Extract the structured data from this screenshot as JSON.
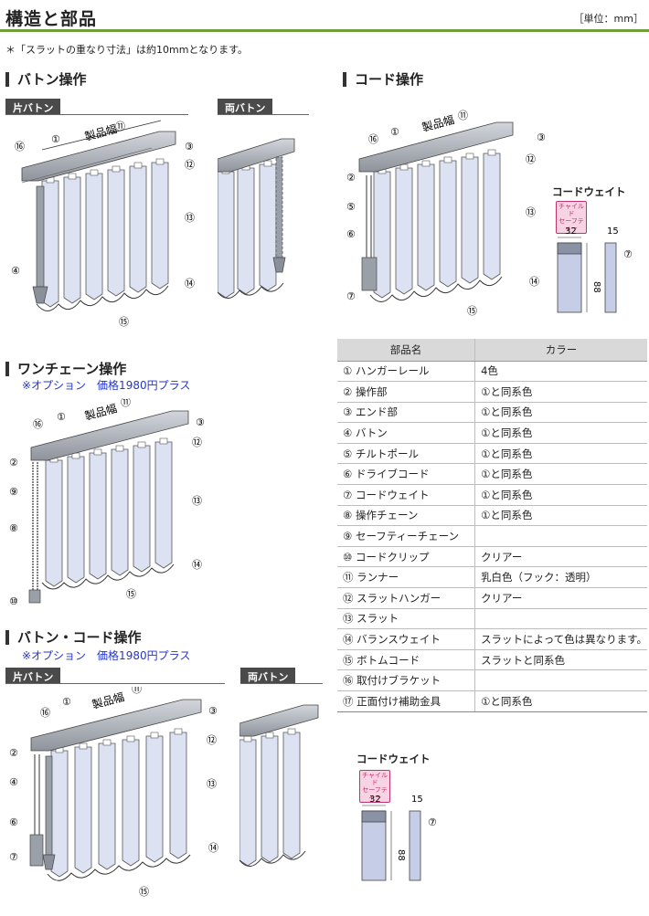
{
  "header": {
    "title": "構造と部品",
    "unit": "［単位：mm］",
    "note": "＊「スラットの重なり寸法」は約10mmとなります。"
  },
  "sections": {
    "baton": {
      "title": "バトン操作",
      "tab_single": "片バトン",
      "tab_double": "両バトン"
    },
    "cord": {
      "title": "コード操作"
    },
    "chain": {
      "title": "ワンチェーン操作",
      "option": "※オプション　価格1980円プラス"
    },
    "baton_cord": {
      "title": "バトン・コード操作",
      "option": "※オプション　価格1980円プラス",
      "tab_single": "片バトン",
      "tab_double": "両バトン"
    }
  },
  "diagram_labels": {
    "width": "製品幅",
    "n1": "①",
    "n2": "②",
    "n3": "③",
    "n4": "④",
    "n5": "⑤",
    "n6": "⑥",
    "n7": "⑦",
    "n8": "⑧",
    "n9": "⑨",
    "n10": "⑩",
    "n11": "⑪",
    "n12": "⑫",
    "n13": "⑬",
    "n14": "⑭",
    "n15": "⑮",
    "n16": "⑯"
  },
  "cord_weight": {
    "title": "コードウェイト",
    "badge_line1": "チャイルド",
    "badge_line2": "セーフティー",
    "width": "32",
    "depth": "15",
    "height": "88",
    "ref": "⑦"
  },
  "parts_table": {
    "headers": [
      "部品名",
      "カラー"
    ],
    "rows": [
      [
        "① ハンガーレール",
        "4色"
      ],
      [
        "② 操作部",
        "①と同系色"
      ],
      [
        "③ エンド部",
        "①と同系色"
      ],
      [
        "④ バトン",
        "①と同系色"
      ],
      [
        "⑤ チルトポール",
        "①と同系色"
      ],
      [
        "⑥ ドライブコード",
        "①と同系色"
      ],
      [
        "⑦ コードウェイト",
        "①と同系色"
      ],
      [
        "⑧ 操作チェーン",
        "①と同系色"
      ],
      [
        "⑨ セーフティーチェーン",
        ""
      ],
      [
        "⑩ コードクリップ",
        "クリアー"
      ],
      [
        "⑪ ランナー",
        "乳白色（フック：透明）"
      ],
      [
        "⑫ スラットハンガー",
        "クリアー"
      ],
      [
        "⑬ スラット",
        ""
      ],
      [
        "⑭ バランスウェイト",
        "スラットによって色は異なります。"
      ],
      [
        "⑮ ボトムコード",
        "スラットと同系色"
      ],
      [
        "⑯ 取付けブラケット",
        ""
      ],
      [
        "⑰ 正面付け補助金具",
        "①と同系色"
      ]
    ]
  },
  "colors": {
    "accent": "#6f9f3c",
    "slat": "#dde2f2",
    "rail": "#a9aeb6",
    "option_text": "#2536c9",
    "badge": "#c0336b"
  }
}
